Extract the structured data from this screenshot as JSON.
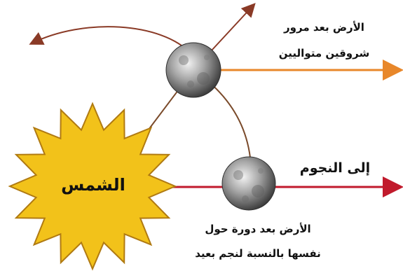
{
  "labels": {
    "sun": "الشمس",
    "earth_after_sunrises_line1": "الأرض بعد مرور",
    "earth_after_sunrises_line2": "شروقين متواليين",
    "to_stars": "إلى النجوم",
    "earth_after_rotation_line1": "الأرض بعد دورة حول",
    "earth_after_rotation_line2": "نفسها بالنسبة لنجم بعيد"
  },
  "colors": {
    "sun_fill": "#f2c21a",
    "sun_stroke": "#b07a12",
    "arrow_orange": "#e8872a",
    "arrow_red": "#c11a2c",
    "orbit_line": "#7a4a2a",
    "arrow_dark": "#8a3a26"
  }
}
